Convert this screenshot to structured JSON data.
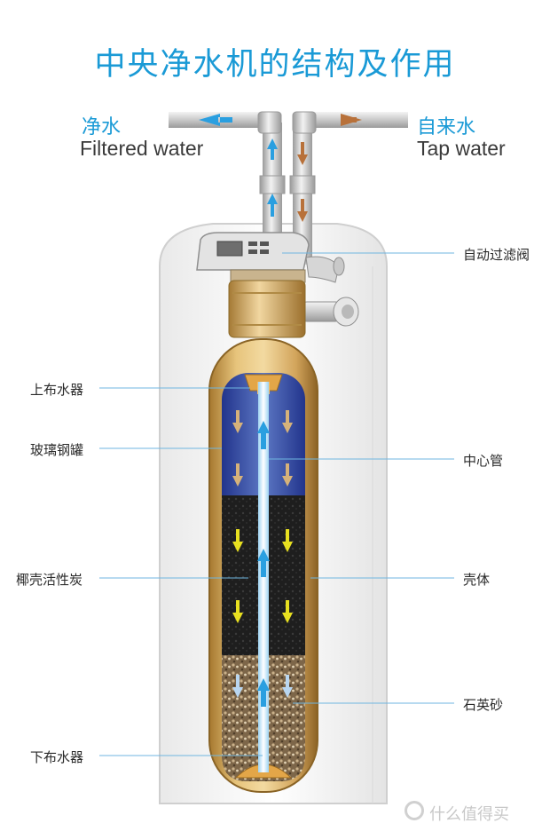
{
  "title": "中央净水机的结构及作用",
  "outlet": {
    "cn": "净水",
    "en": "Filtered water"
  },
  "inlet": {
    "cn": "自来水",
    "en": "Tap water"
  },
  "labels": {
    "valve": "自动过滤阀",
    "top_distributor": "上布水器",
    "tank": "玻璃钢罐",
    "center_tube": "中心管",
    "carbon": "椰壳活性炭",
    "shell": "壳体",
    "sand": "石英砂",
    "bottom_distributor": "下布水器"
  },
  "brand": "什么值得买",
  "colors": {
    "title": "#1a9ad6",
    "flow_up": "#2a9fe0",
    "flow_in": "#b8713a",
    "carbon_arrow": "#e8e020",
    "leader": "#6fb6e0"
  }
}
